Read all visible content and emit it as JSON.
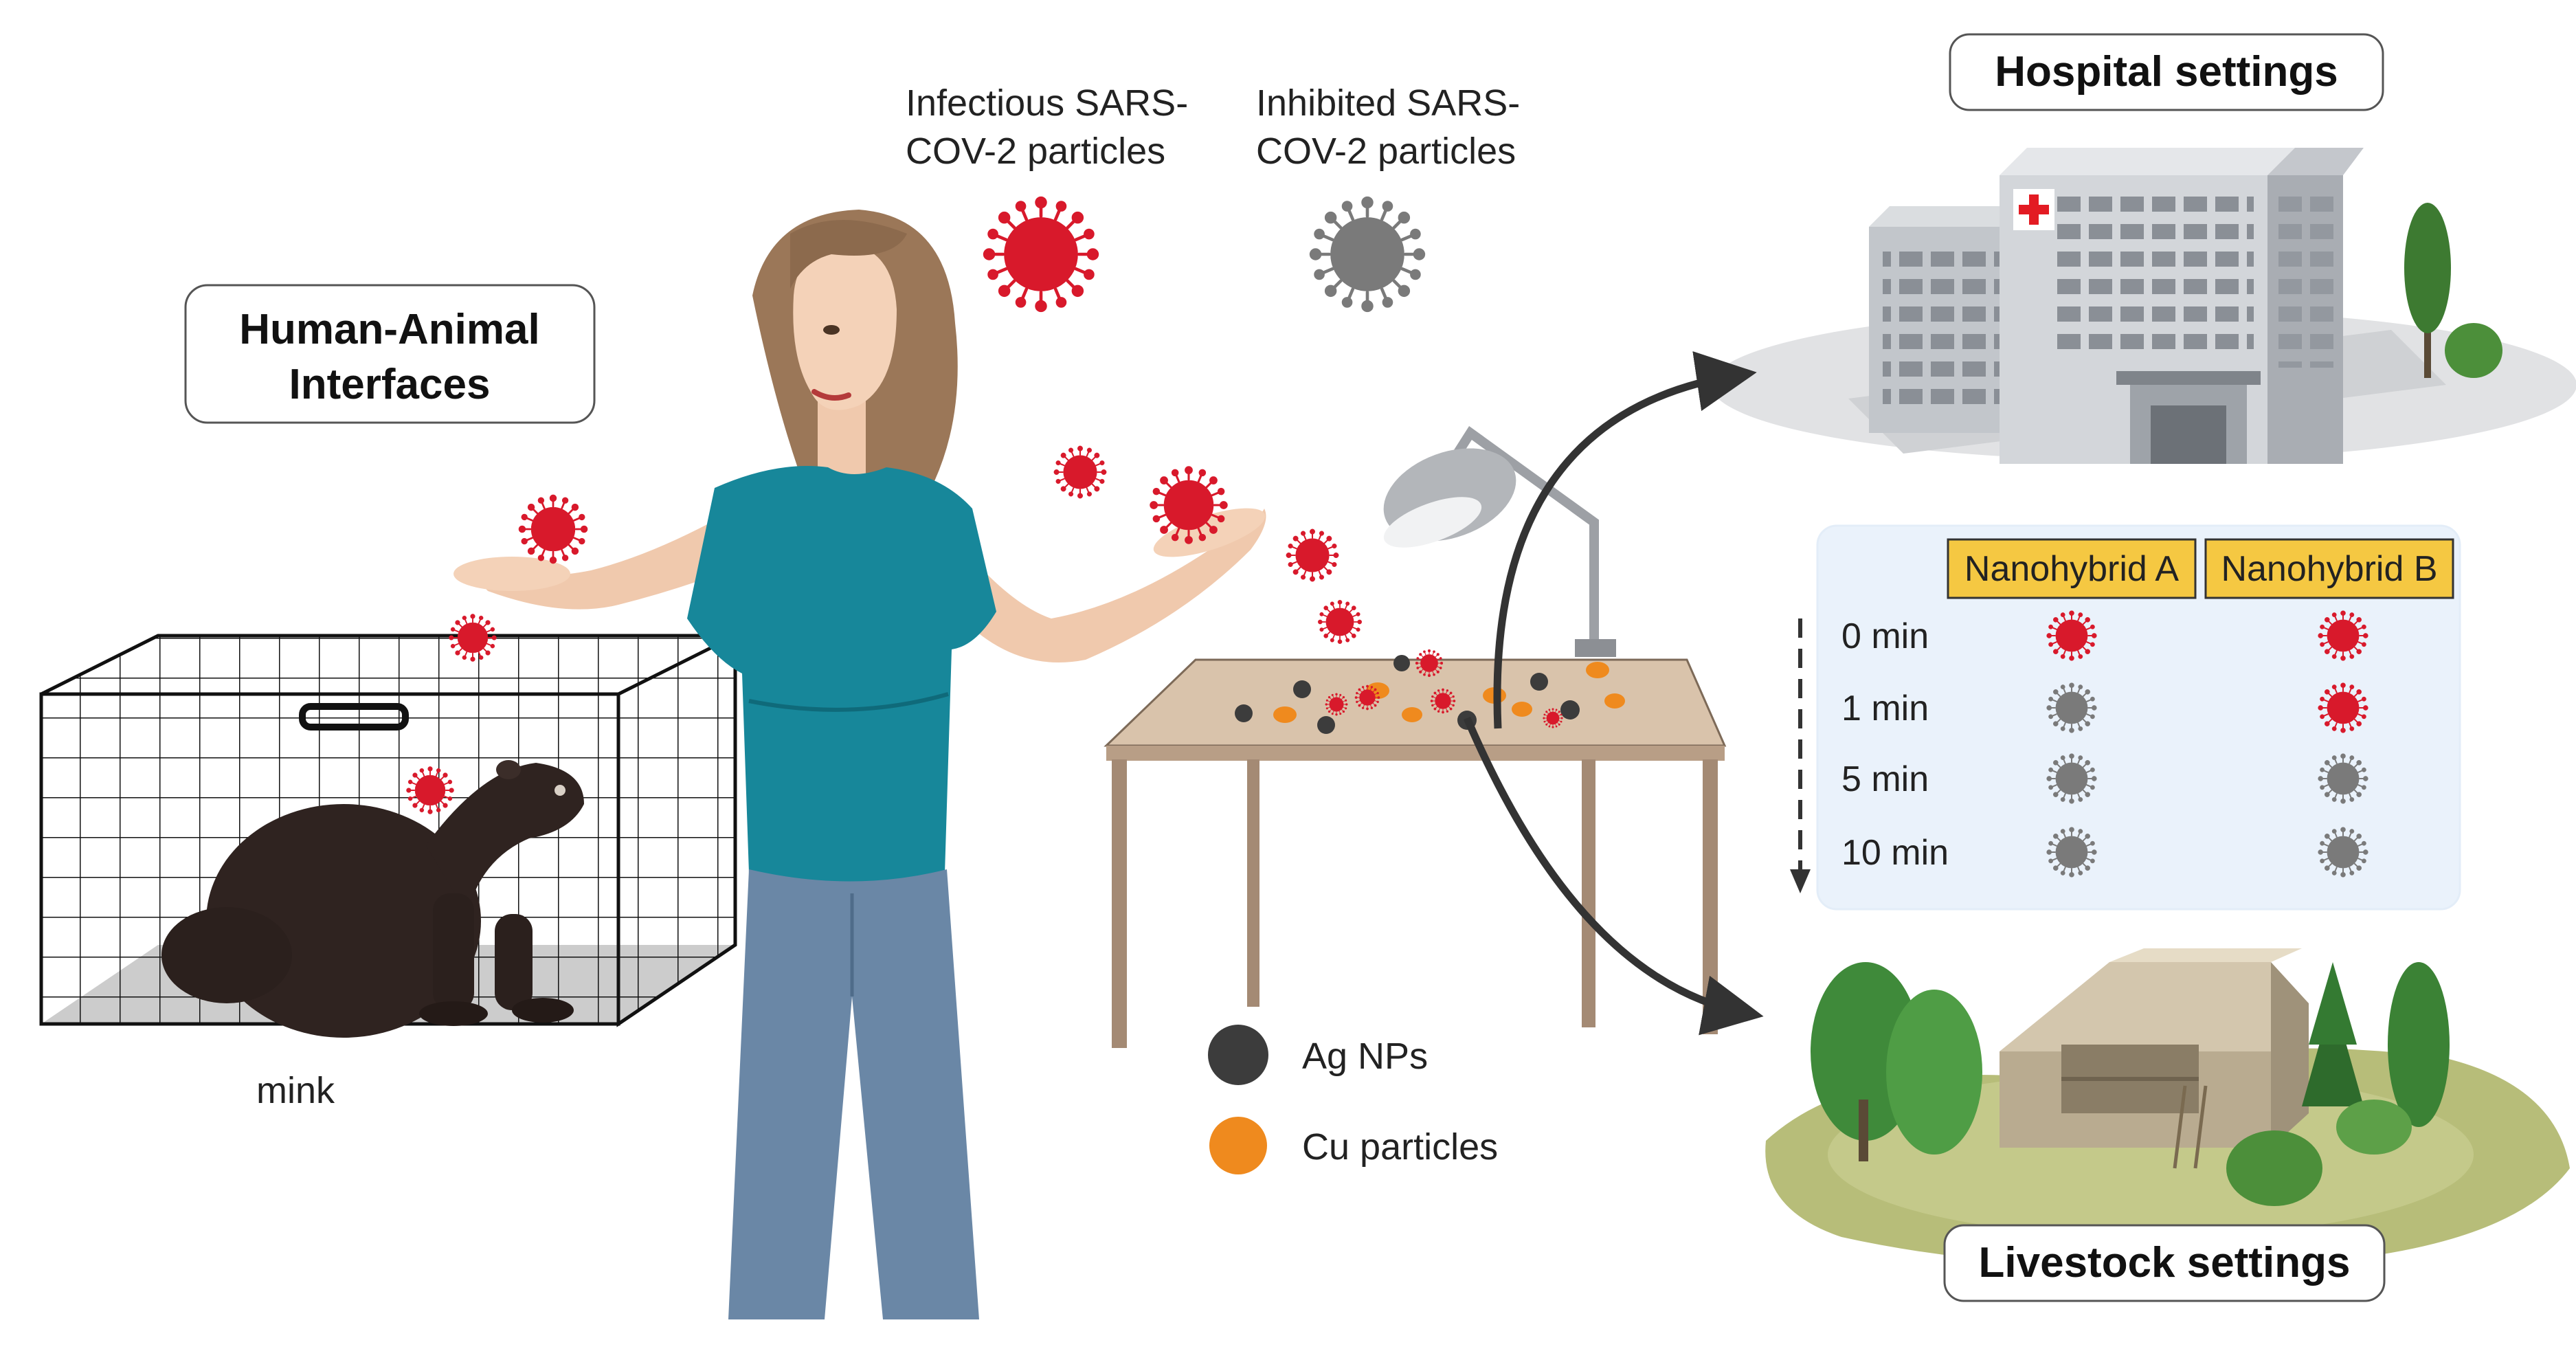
{
  "title_boxes": {
    "human_animal": [
      "Human-Animal",
      "Interfaces"
    ],
    "hospital": "Hospital settings",
    "livestock": "Livestock settings"
  },
  "virus_legend": {
    "infectious": [
      "Infectious SARS-",
      "COV-2 particles"
    ],
    "inhibited": [
      "Inhibited SARS-",
      "COV-2 particles"
    ]
  },
  "animal_label": "mink",
  "particle_legend": {
    "ag": "Ag NPs",
    "cu": "Cu particles"
  },
  "table": {
    "columns": [
      "Nanohybrid A",
      "Nanohybrid B"
    ],
    "rows": [
      {
        "time": "0 min",
        "a": "infectious",
        "b": "infectious"
      },
      {
        "time": "1 min",
        "a": "inhibited",
        "b": "infectious"
      },
      {
        "time": "5 min",
        "a": "inhibited",
        "b": "inhibited"
      },
      {
        "time": "10 min",
        "a": "inhibited",
        "b": "inhibited"
      }
    ]
  },
  "colors": {
    "infectious": "#d8192b",
    "inhibited": "#7a7a7a",
    "ag": "#3c3c3c",
    "cu": "#ef8a1e",
    "header_fill": "#f5c842",
    "panel_fill": "#eaf2fb",
    "shirt": "#17879a",
    "jeans": "#6a87a6",
    "mink": "#2f2320"
  }
}
